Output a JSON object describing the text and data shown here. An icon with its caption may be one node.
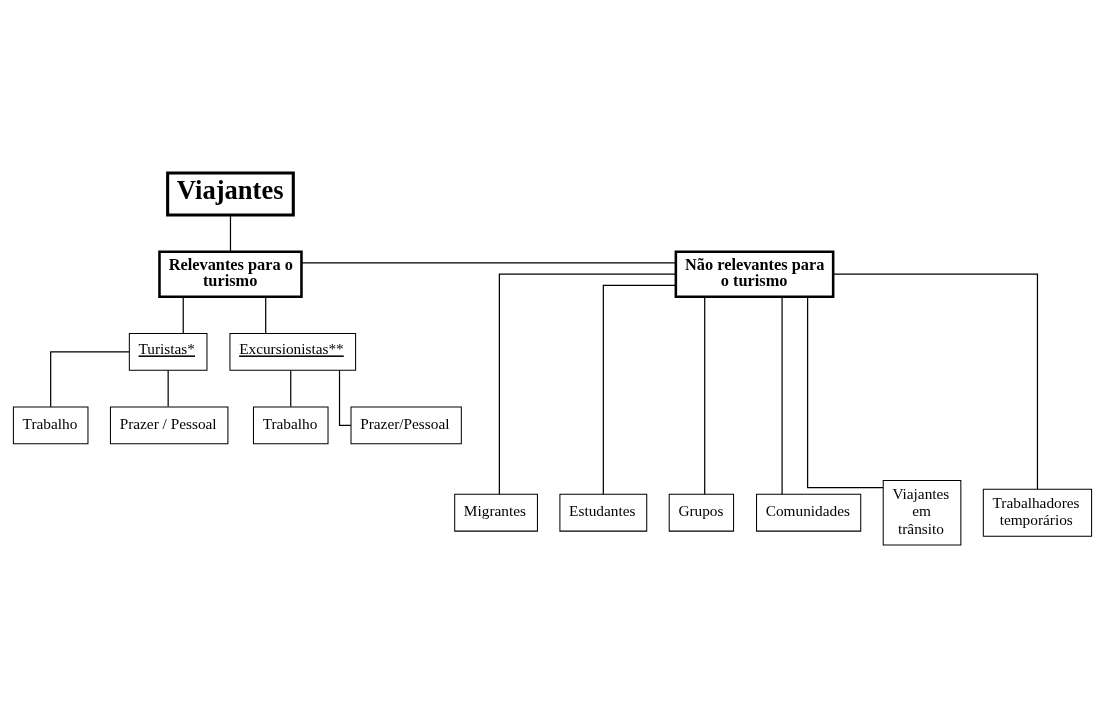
{
  "diagram": {
    "nodes": [
      {
        "text": [
          "Viajantes"
        ]
      },
      {
        "text": [
          "Relevantes para o turismo"
        ]
      },
      {
        "text": [
          "Não relevantes para o turismo"
        ]
      },
      {
        "text": [
          "Turistas*"
        ]
      },
      {
        "text": [
          "Excursionistas**"
        ]
      },
      {
        "text": [
          "Trabalho"
        ]
      },
      {
        "text": [
          "Prazer / Pessoal"
        ]
      },
      {
        "text": [
          "Trabalho"
        ]
      },
      {
        "text": [
          "Prazer/Pessoal"
        ]
      },
      {
        "text": [
          "Migrantes"
        ]
      },
      {
        "text": [
          "Estudantes"
        ]
      },
      {
        "text": [
          "Grupos"
        ]
      },
      {
        "text": [
          "Comunidades"
        ]
      },
      {
        "text": [
          "Viajantes em trânsito"
        ]
      },
      {
        "text": [
          "Trabalhadores temporários"
        ]
      }
    ],
    "edges": [
      {
        "from": 0,
        "to": 1,
        "arrow": "none"
      },
      {
        "from": 1,
        "to": 2,
        "arrow": "none"
      },
      {
        "from": 1,
        "to": 3,
        "arrow": "none"
      },
      {
        "from": 1,
        "to": 4,
        "arrow": "none"
      },
      {
        "from": 3,
        "to": 5,
        "arrow": "none"
      },
      {
        "from": 3,
        "to": 6,
        "arrow": "none"
      },
      {
        "from": 4,
        "to": 7,
        "arrow": "none"
      },
      {
        "from": 4,
        "to": 8,
        "arrow": "none"
      },
      {
        "from": 2,
        "to": 9,
        "arrow": "none"
      },
      {
        "from": 2,
        "to": 10,
        "arrow": "none"
      },
      {
        "from": 2,
        "to": 11,
        "arrow": "none"
      },
      {
        "from": 2,
        "to": 12,
        "arrow": "none"
      },
      {
        "from": 2,
        "to": 13,
        "arrow": "none"
      },
      {
        "from": 2,
        "to": 14,
        "arrow": "none"
      }
    ]
  }
}
